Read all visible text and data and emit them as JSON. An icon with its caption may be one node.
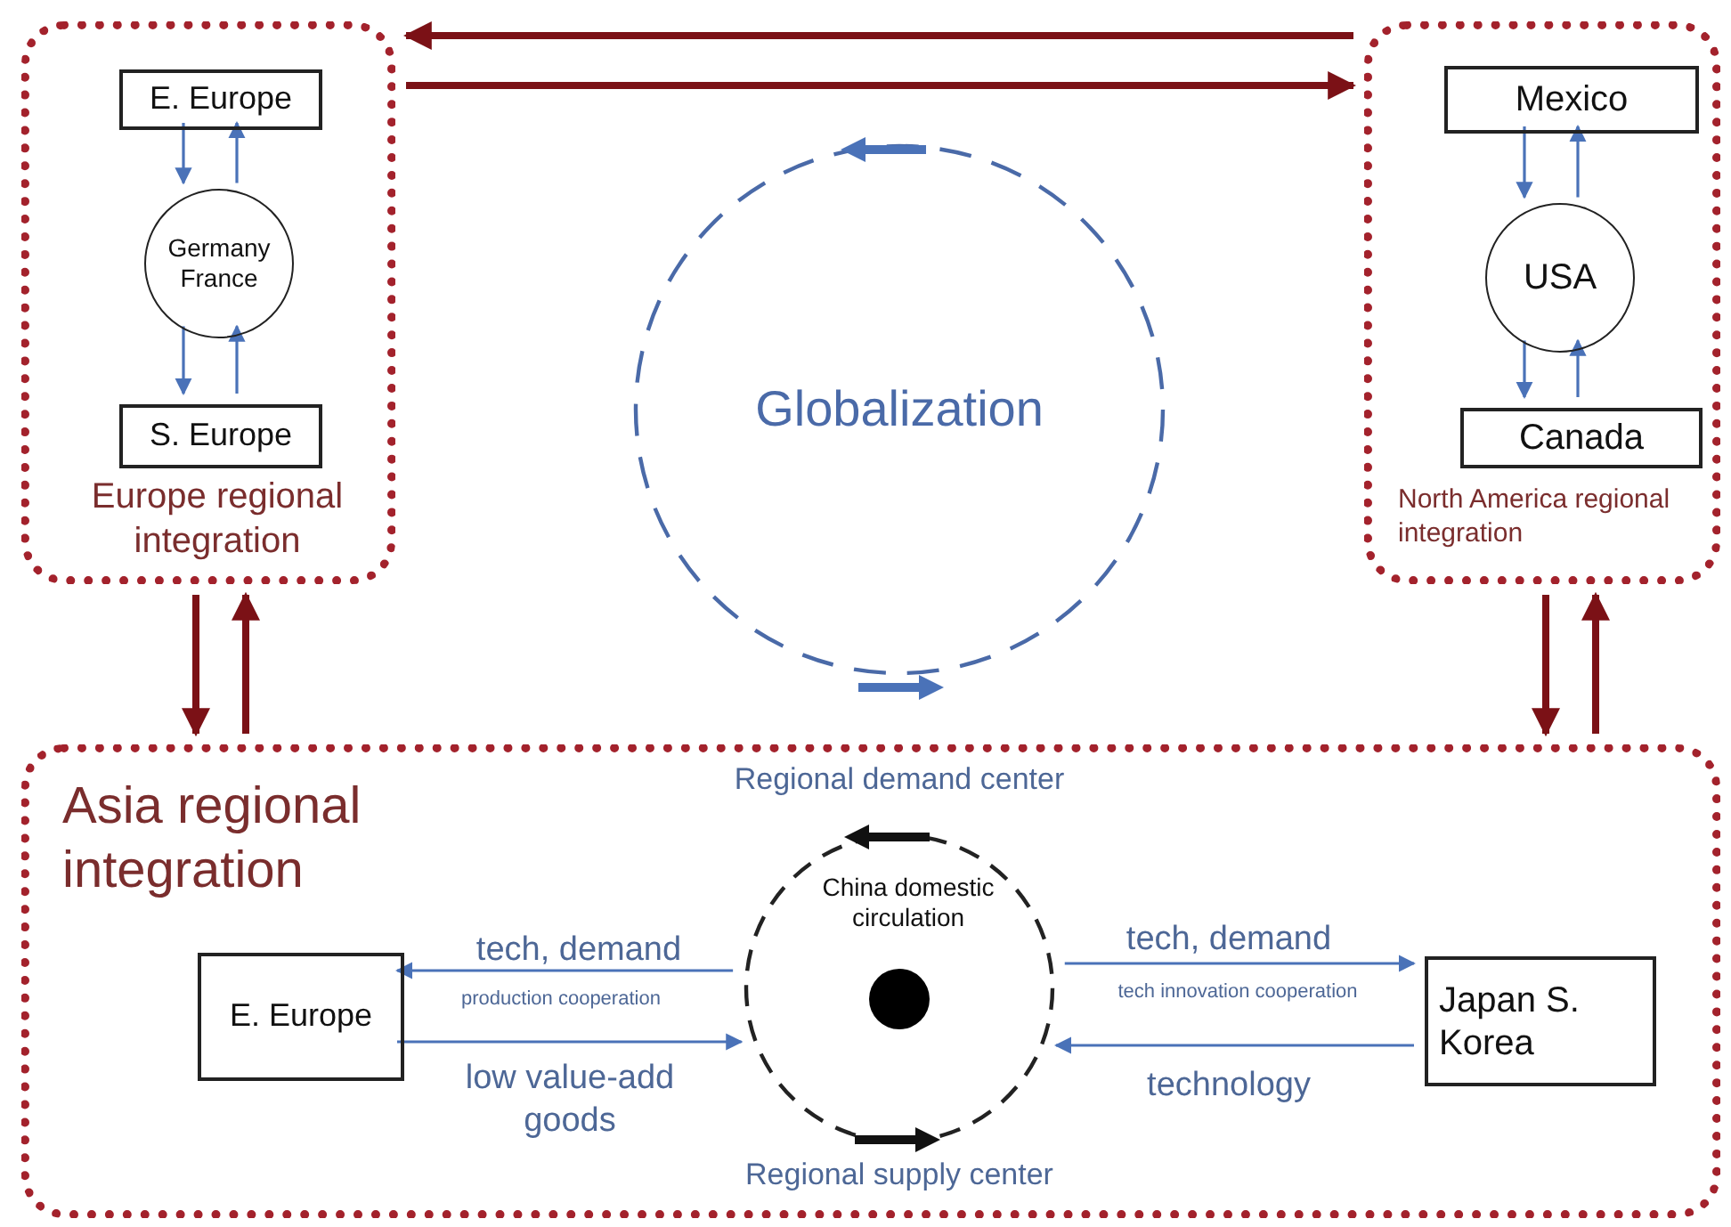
{
  "diagram": {
    "nodes": [
      {
        "text": [
          "Europe regional integration"
        ]
      },
      {
        "text": [
          "E. Europe"
        ],
        "in": 0
      },
      {
        "text": [
          "Germany France"
        ],
        "in": 0
      },
      {
        "text": [
          "S. Europe"
        ],
        "in": 0
      },
      {
        "text": [
          "North America regional integration"
        ]
      },
      {
        "text": [
          "Mexico"
        ],
        "in": 4
      },
      {
        "text": [
          "USA"
        ],
        "in": 4
      },
      {
        "text": [
          "Canada"
        ],
        "in": 4
      },
      {
        "text": [
          "Globalization"
        ]
      },
      {
        "text": [
          "Asia regional integration"
        ]
      },
      {
        "text": [
          "E. Europe"
        ],
        "in": 9
      },
      {
        "text": [
          "China domestic circulation"
        ],
        "in": 9
      },
      {
        "text": [
          "Japan S. Korea"
        ],
        "in": 9
      }
    ],
    "edges": [
      {
        "from": 4,
        "to": 0,
        "arrow": "to",
        "style": "thick",
        "color": "#7b1116"
      },
      {
        "from": 0,
        "to": 4,
        "arrow": "to",
        "style": "thick",
        "color": "#7b1116"
      },
      {
        "from": 0,
        "to": 9,
        "arrow": "to",
        "style": "thick",
        "color": "#7b1116"
      },
      {
        "from": 9,
        "to": 0,
        "arrow": "to",
        "style": "thick",
        "color": "#7b1116"
      },
      {
        "from": 4,
        "to": 9,
        "arrow": "to",
        "style": "thick",
        "color": "#7b1116"
      },
      {
        "from": 9,
        "to": 4,
        "arrow": "to",
        "style": "thick",
        "color": "#7b1116"
      },
      {
        "from": 1,
        "to": 2,
        "arrow": "to"
      },
      {
        "from": 2,
        "to": 1,
        "arrow": "to"
      },
      {
        "from": 2,
        "to": 3,
        "arrow": "to"
      },
      {
        "from": 3,
        "to": 2,
        "arrow": "to"
      },
      {
        "from": 5,
        "to": 6,
        "arrow": "to"
      },
      {
        "from": 6,
        "to": 5,
        "arrow": "to"
      },
      {
        "from": 6,
        "to": 7,
        "arrow": "to"
      },
      {
        "from": 7,
        "to": 6,
        "arrow": "to"
      },
      {
        "from": 11,
        "to": 10,
        "arrow": "to",
        "label": "tech, demand"
      },
      {
        "from": 10,
        "to": 11,
        "arrow": "to",
        "label": "low value-add goods"
      },
      {
        "from": 11,
        "to": 12,
        "arrow": "to",
        "label": "tech, demand"
      },
      {
        "from": 12,
        "to": 11,
        "arrow": "to",
        "label": "technology"
      }
    ],
    "labels": [
      "Regional demand center",
      "production cooperation",
      "tech innovation cooperation",
      "Regional supply center"
    ]
  }
}
